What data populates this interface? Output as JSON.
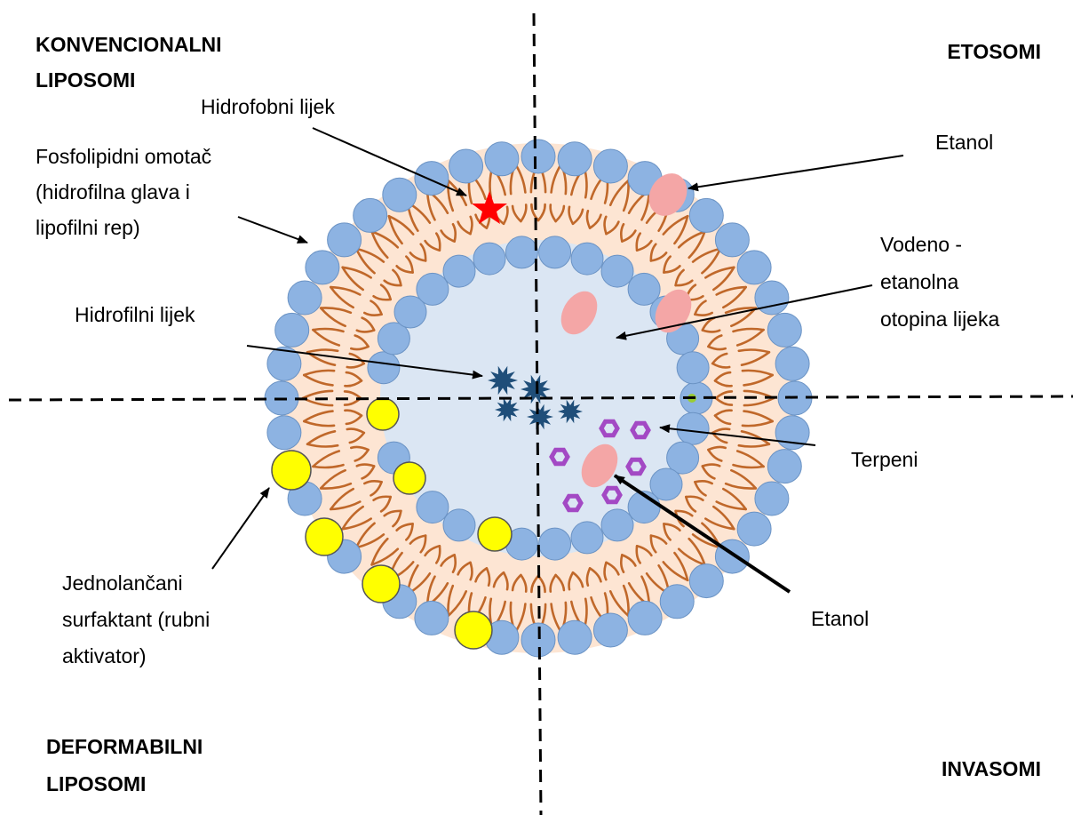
{
  "quadrants": {
    "top_left": [
      "KONVENCIONALNI",
      "LIPOSOMI"
    ],
    "top_right": [
      "ETOSOMI"
    ],
    "bottom_left": [
      "DEFORMABILNI",
      "LIPOSOMI"
    ],
    "bottom_right": [
      "INVASOMI"
    ]
  },
  "labels": {
    "hydrophobic_drug": [
      "Hidrofobni lijek"
    ],
    "phospholipid_shell": [
      "Fosfolipidni omotač",
      "(hidrofilna glava i",
      "lipofilni rep)"
    ],
    "ethanol_top": [
      "Etanol"
    ],
    "aqueous_ethanolic": [
      "Vodeno -",
      "etanolna",
      "otopina lijeka"
    ],
    "hydrophilic_drug": [
      "Hidrofilni lijek"
    ],
    "terpenes": [
      "Terpeni"
    ],
    "ethanol_bottom": [
      "Etanol"
    ],
    "surfactant": [
      "Jednolančani",
      "surfaktant (rubni",
      "aktivator)"
    ]
  },
  "colors": {
    "head": "#8db3e2",
    "head_stroke": "#6b93c4",
    "bilayer": "#fde5d3",
    "core": "#dbe6f3",
    "tail": "#c0682a",
    "surfactant_head": "#ffff00",
    "drug_hydrophilic": "#1f4e79",
    "drug_hydrophobic": "#ff0000",
    "ethanol": "#f4a6a6",
    "terpene": "#a349c4"
  }
}
